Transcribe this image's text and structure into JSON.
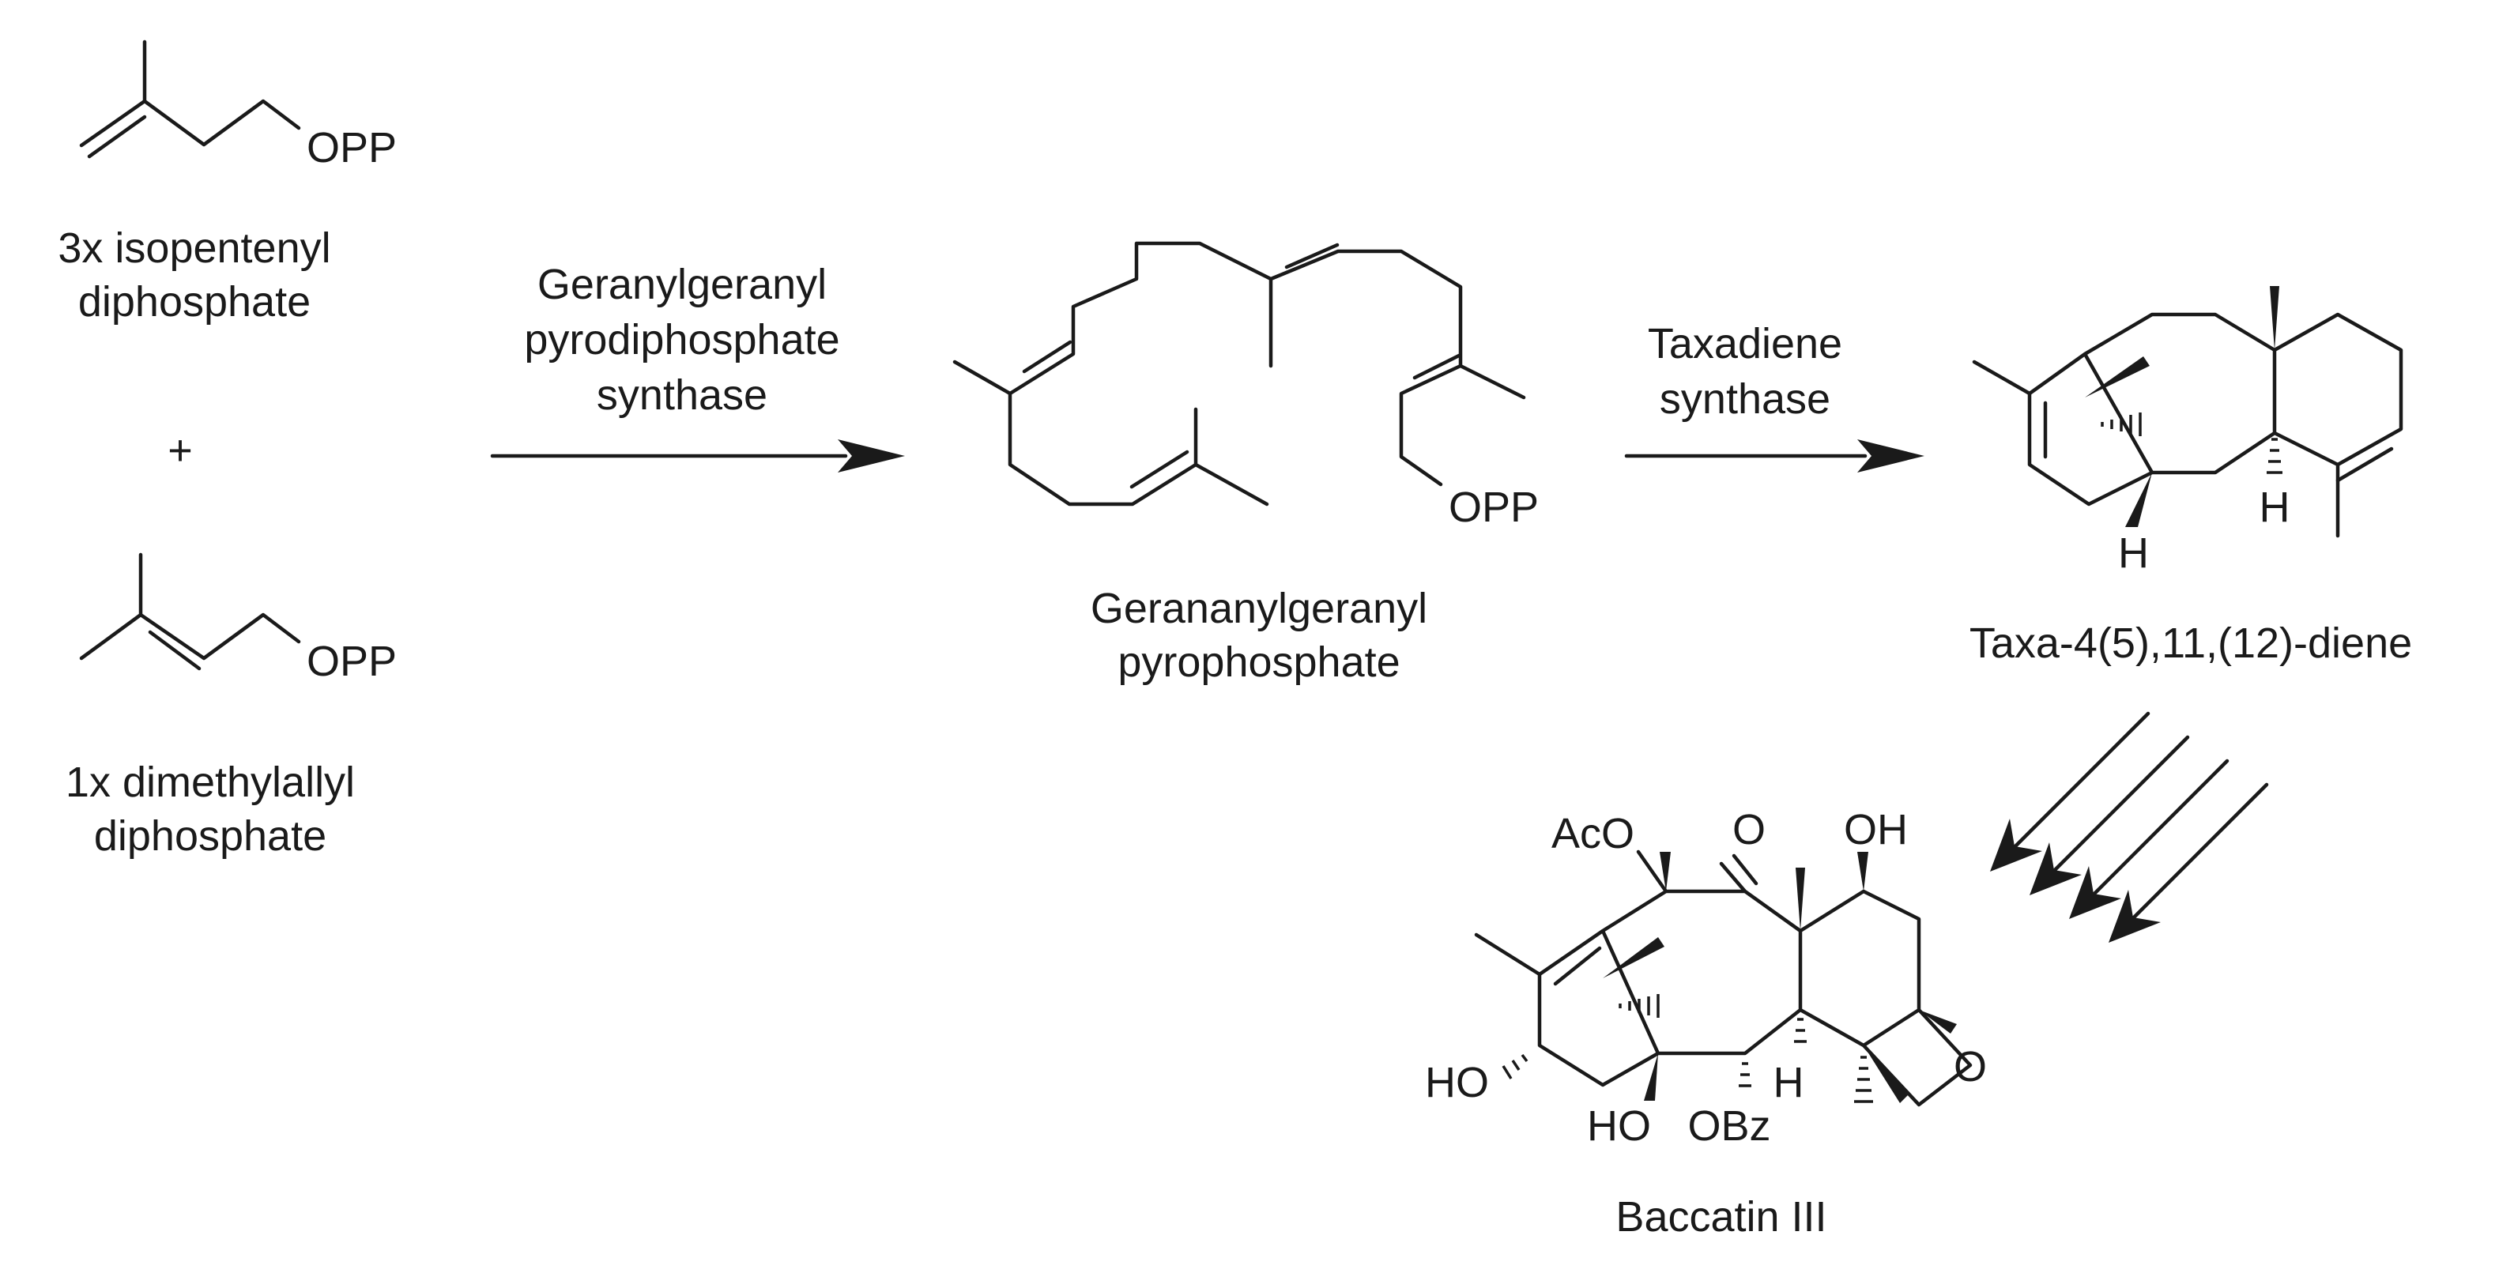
{
  "reactants": {
    "ipp": {
      "group": "OPP",
      "name_line1": "3x isopentenyl",
      "name_line2": "diphosphate"
    },
    "plus": "+",
    "dmapp": {
      "group": "OPP",
      "name_line1": "1x dimethylallyl",
      "name_line2": "diphosphate"
    }
  },
  "step1": {
    "enzyme_line1": "Geranylgeranyl",
    "enzyme_line2": "pyrodiphosphate",
    "enzyme_line3": "synthase"
  },
  "ggpp": {
    "group": "OPP",
    "name_line1": "Gerananylgeranyl",
    "name_line2": "pyrophosphate"
  },
  "step2": {
    "enzyme_line1": "Taxadiene",
    "enzyme_line2": "synthase"
  },
  "taxadiene": {
    "h1": "H",
    "h2": "H",
    "name": "Taxa-4(5),11,(12)-diene"
  },
  "baccatin": {
    "aco": "AcO",
    "ketone_o": "O",
    "oh_top": "OH",
    "ho_left": "HO",
    "ho_bottom": "HO",
    "obz": "OBz",
    "h": "H",
    "oxetane_o": "O",
    "name": "Baccatin III"
  }
}
